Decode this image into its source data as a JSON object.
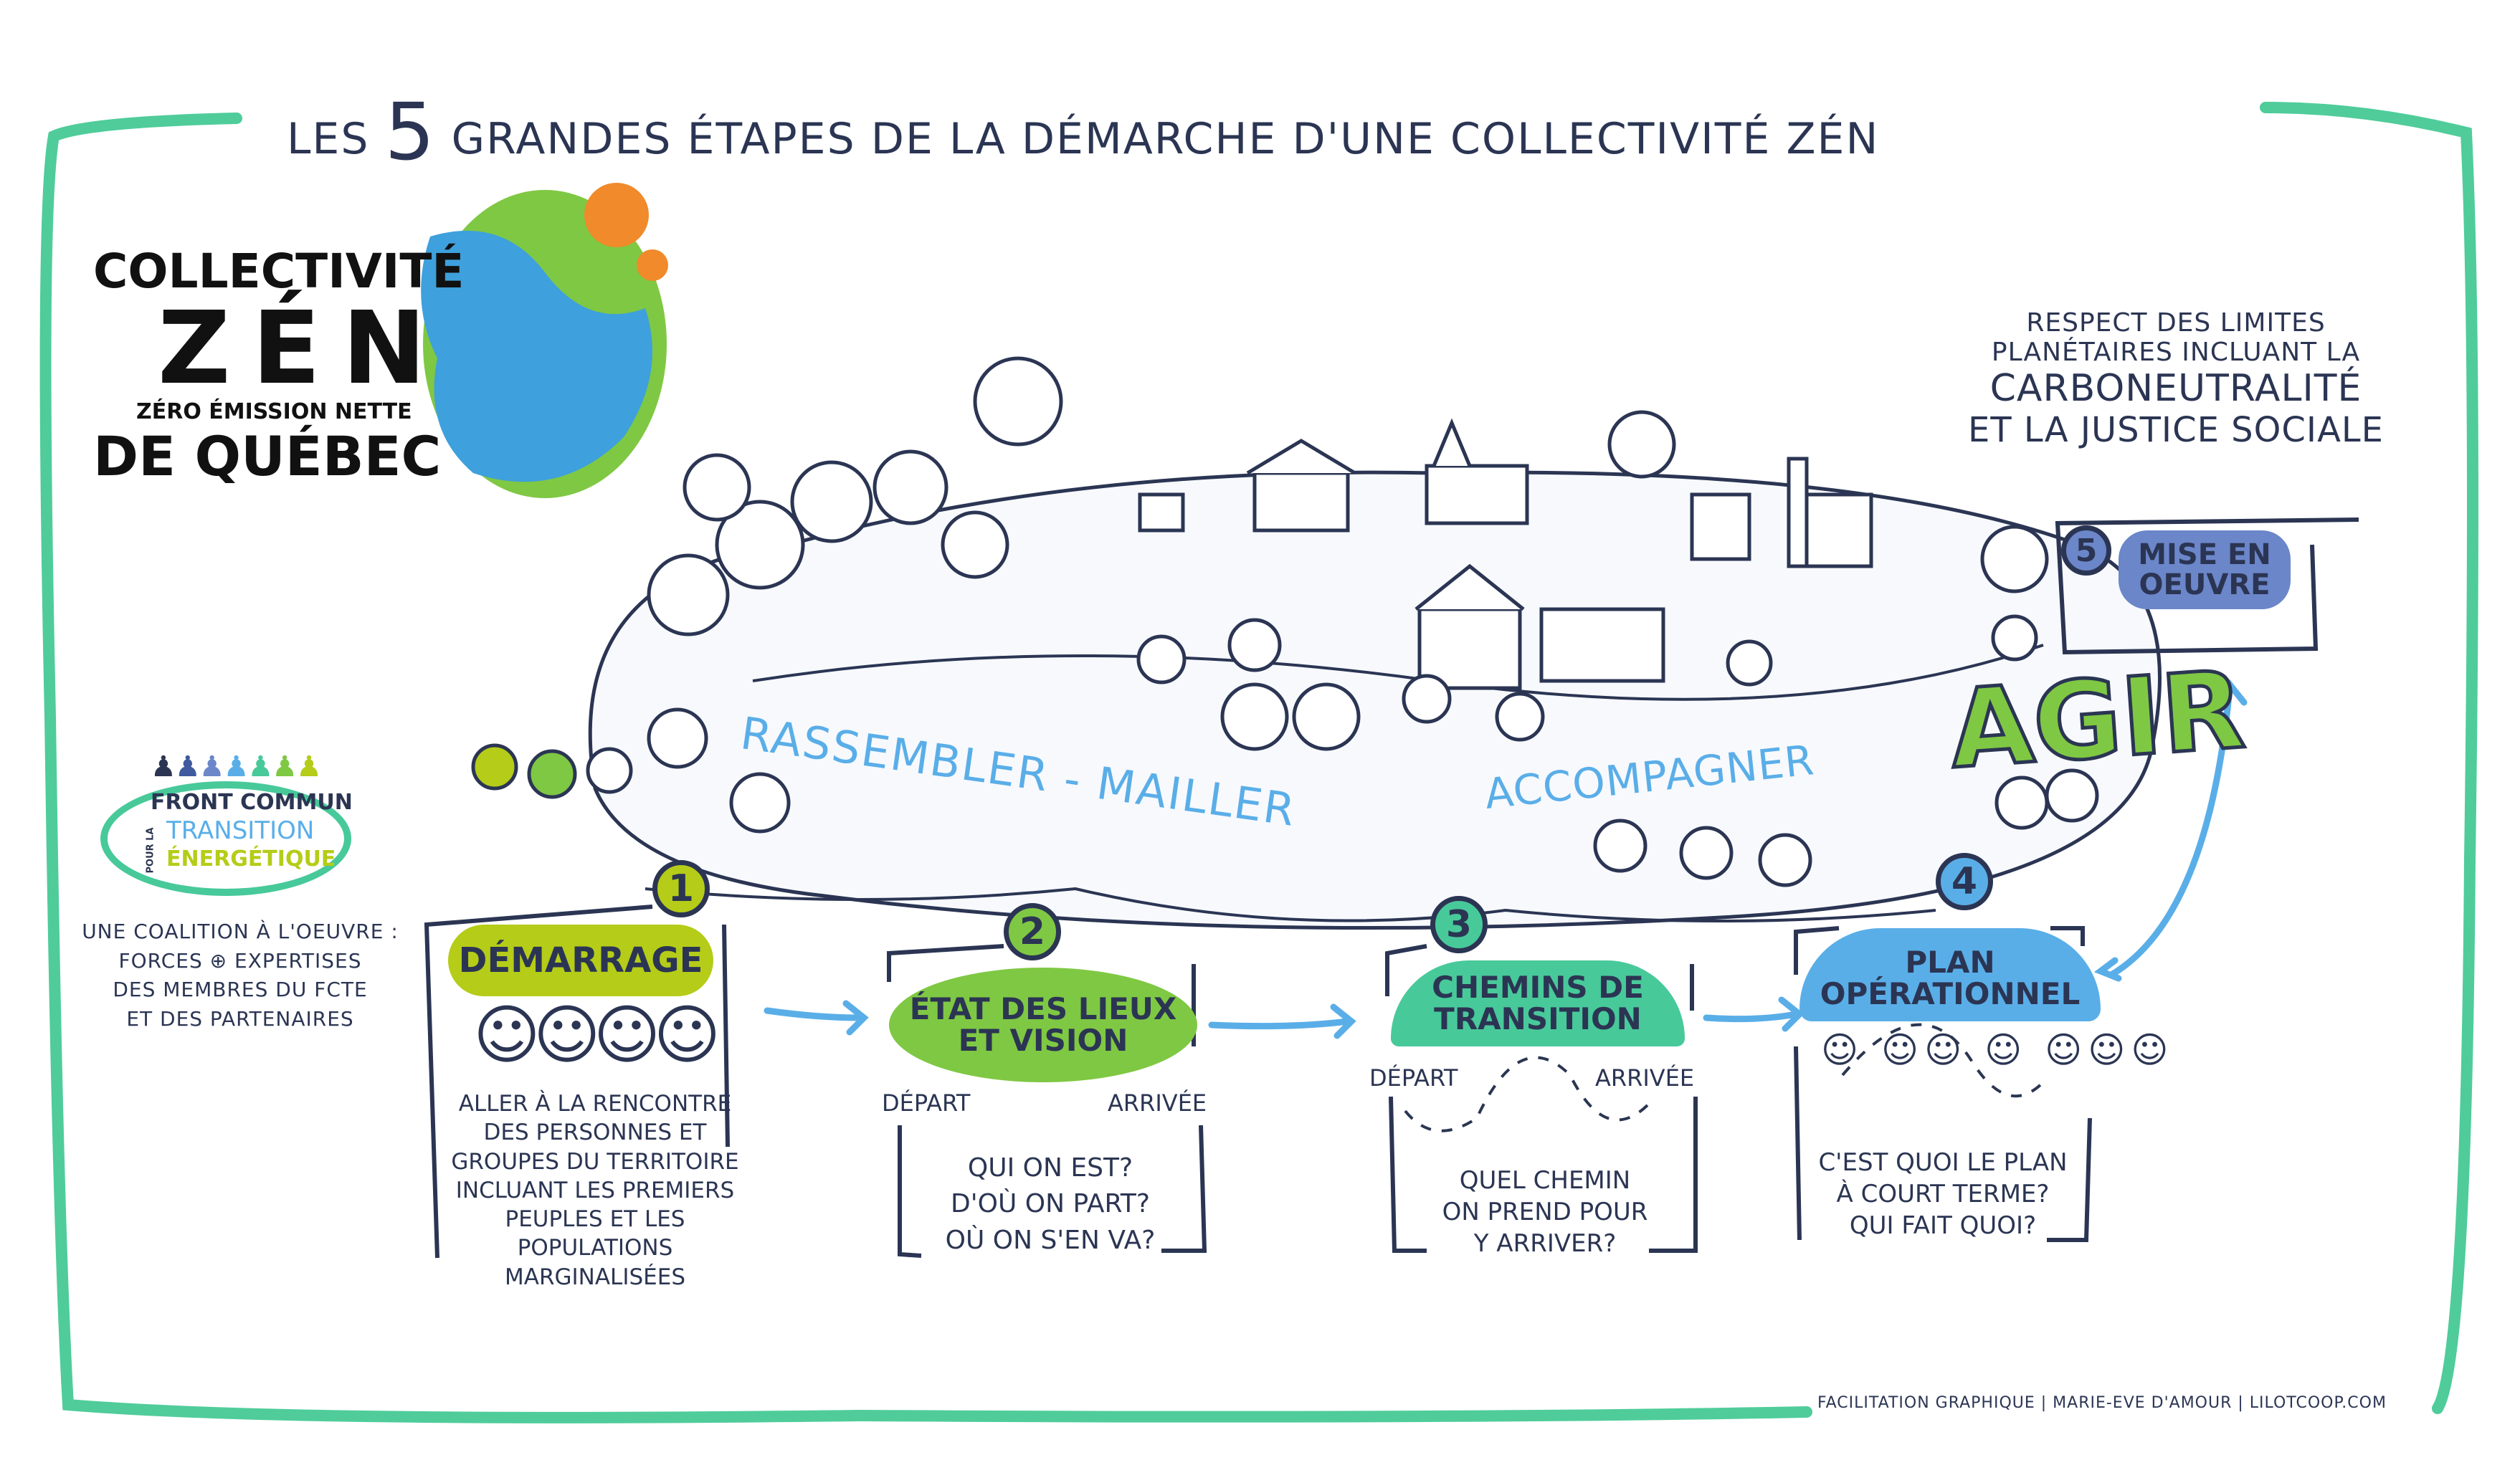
{
  "title": {
    "prefix": "LES",
    "number": "5",
    "rest": "GRANDES ÉTAPES DE LA DÉMARCHE D'UNE COLLECTIVITÉ ZÉN"
  },
  "logo": {
    "line1": "COLLECTIVITÉ",
    "line2": "ZÉN",
    "line3": "ZÉRO ÉMISSION NETTE",
    "line4": "DE QUÉBEC"
  },
  "goal": {
    "line1": "RESPECT DES LIMITES",
    "line2": "PLANÉTAIRES INCLUANT LA",
    "line3": "CARBONEUTRALITÉ",
    "line4": "ET LA JUSTICE SOCIALE"
  },
  "fcte": {
    "line1": "FRONT COMMUN",
    "pour_la": "POUR LA",
    "line2": "TRANSITION",
    "line3": "ÉNERGÉTIQUE",
    "coalition": [
      "UNE COALITION À L'OEUVRE :",
      "FORCES ⊕ EXPERTISES",
      "DES MEMBRES DU FCTE",
      "ET DES PARTENAIRES"
    ]
  },
  "scene": {
    "phase1": "RASSEMBLER - MAILLER",
    "phase2": "ACCOMPAGNER",
    "phase3": "AGIR"
  },
  "steps": [
    {
      "number": "1",
      "title": "DÉMARRAGE",
      "body": [
        "ALLER À LA RENCONTRE",
        "DES PERSONNES ET",
        "GROUPES DU TERRITOIRE",
        "INCLUANT LES PREMIERS",
        "PEUPLES ET LES POPULATIONS",
        "MARGINALISÉES"
      ],
      "color": "#b5cc18"
    },
    {
      "number": "2",
      "title": "ÉTAT DES LIEUX ET VISION",
      "start": "DÉPART",
      "end": "ARRIVÉE",
      "body": [
        "QUI ON EST?",
        "D'OÙ ON PART?",
        "OÙ ON S'EN VA?"
      ],
      "color": "#7fc843"
    },
    {
      "number": "3",
      "title": "CHEMINS DE TRANSITION",
      "start": "DÉPART",
      "end": "ARRIVÉE",
      "body": [
        "QUEL CHEMIN",
        "ON PREND POUR",
        "Y ARRIVER?"
      ],
      "color": "#48c99a"
    },
    {
      "number": "4",
      "title": "PLAN OPÉRATIONNEL",
      "body": [
        "C'EST QUOI LE PLAN",
        "À COURT TERME?",
        "QUI FAIT QUOI?"
      ],
      "color": "#5aaee8"
    },
    {
      "number": "5",
      "title": "MISE EN OEUVRE",
      "color": "#6b86c9"
    }
  ],
  "credit": "FACILITATION GRAPHIQUE | MARIE-EVE D'AMOUR | LILOTCOOP.COM",
  "colors": {
    "navy": "#2b3553",
    "frame": "#4fcc9a",
    "arrow": "#5aaee8"
  }
}
